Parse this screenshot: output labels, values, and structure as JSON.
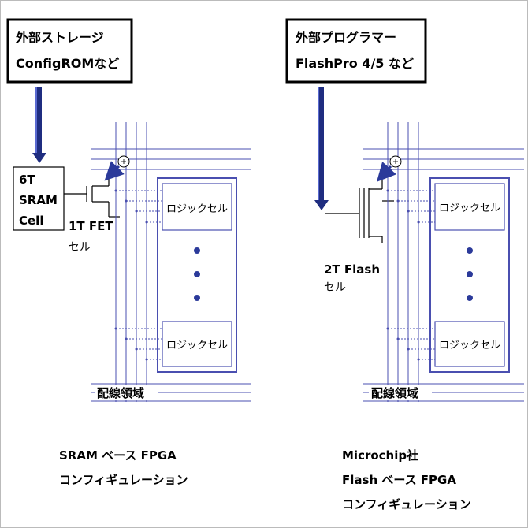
{
  "left": {
    "source_line1": "外部ストレージ",
    "source_line2": "ConfigROMなど",
    "cell_line1": "6T",
    "cell_line2": "SRAM",
    "cell_line3": "Cell",
    "transistor_label": "1T FET",
    "transistor_sub": "セル",
    "logic_top": "ロジックセル",
    "logic_bottom": "ロジックセル",
    "routing_label": "配線領域",
    "caption_line1": "SRAM ベース FPGA",
    "caption_line2": "コンフィギュレーション"
  },
  "right": {
    "source_line1": "外部プログラマー",
    "source_line2": "FlashPro 4/5 など",
    "transistor_label": "2T Flash",
    "transistor_sub": "セル",
    "logic_top": "ロジックセル",
    "logic_bottom": "ロジックセル",
    "routing_label": "配線領域",
    "caption_line1": "Microchip社",
    "caption_line2": "Flash ベース FPGA",
    "caption_line3": "コンフィギュレーション"
  },
  "colors": {
    "wire": "#4a4fb0",
    "arrow": "#2b3a9a",
    "text": "#000000",
    "box_border": "#000000"
  }
}
